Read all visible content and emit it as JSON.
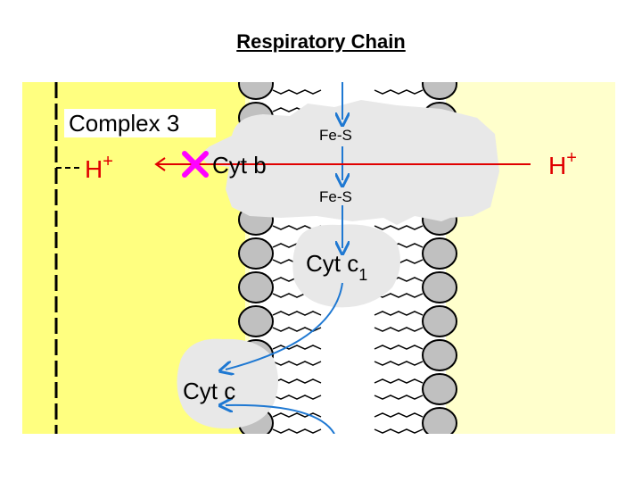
{
  "title": "Respiratory Chain",
  "diagram": {
    "complex_label": "Complex 3",
    "cyt_b": "Cyt b",
    "fe_s_top": "Fe-S",
    "fe_s_bottom": "Fe-S",
    "cyt_c1": "Cyt c",
    "cyt_c1_subscript": "1",
    "cyt_c": "Cyt c",
    "proton_left": "H",
    "proton_left_charge": "+",
    "proton_right": "H",
    "proton_right_charge": "+"
  },
  "colors": {
    "intermembrane_space": "#ffff80",
    "matrix": "#ffffcc",
    "protein": "#e8e8e8",
    "lipid_head": "#c0c0c0",
    "electron_arrow": "#1e78d2",
    "proton_arrow": "#e00000",
    "block_mark": "#ff00ff"
  }
}
